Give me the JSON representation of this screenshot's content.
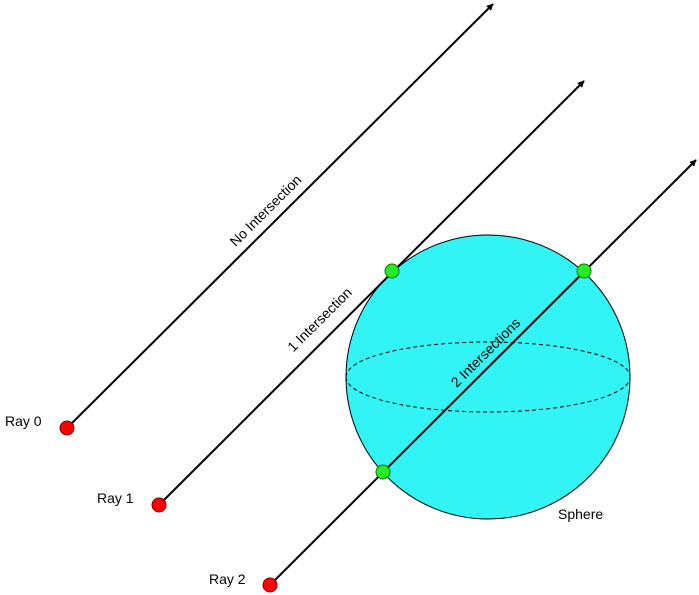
{
  "colors": {
    "sphere_fill": "#33f4f4",
    "sphere_stroke": "#000000",
    "ray_origin": "#ff0000",
    "intersection": "#22ee22",
    "line": "#000000"
  },
  "sphere": {
    "label": "Sphere"
  },
  "rays": [
    {
      "label": "Ray 0",
      "line_label": "No Intersection",
      "intersections": 0
    },
    {
      "label": "Ray 1",
      "line_label": "1 Intersection",
      "intersections": 1
    },
    {
      "label": "Ray 2",
      "line_label": "2 Intersections",
      "intersections": 2
    }
  ]
}
